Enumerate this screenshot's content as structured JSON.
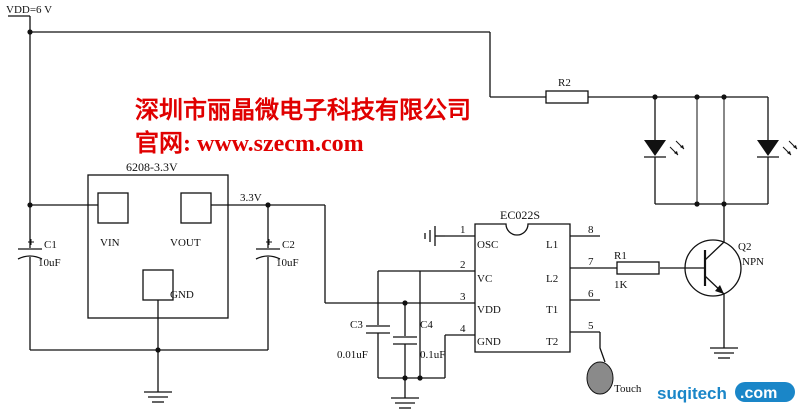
{
  "labels": {
    "vdd": "VDD=6 V",
    "regulator": "6208-3.3V",
    "reg_vin": "VIN",
    "reg_vout": "VOUT",
    "reg_gnd": "GND",
    "v33": "3.3V",
    "c1": "C1",
    "c1_val": "10uF",
    "c2": "C2",
    "c2_val": "10uF",
    "c3": "C3",
    "c3_val": "0.01uF",
    "c4": "C4",
    "c4_val": "0.1uF",
    "ic": "EC022S",
    "pin1": "1",
    "pin2": "2",
    "pin3": "3",
    "pin4": "4",
    "pin5": "5",
    "pin6": "6",
    "pin7": "7",
    "pin8": "8",
    "osc": "OSC",
    "vc": "VC",
    "vddpin": "VDD",
    "gnd": "GND",
    "l1": "L1",
    "l2": "L2",
    "t1": "T1",
    "t2": "T2",
    "r1": "R1",
    "r1_val": "1K",
    "r2": "R2",
    "q2": "Q2",
    "npn": "NPN",
    "touch": "Touch"
  },
  "overlay": {
    "line1": "深圳市丽晶微电子科技有限公司",
    "line2": "官网:  www.szecm.com"
  },
  "watermark": {
    "part1": "suqitech",
    "part2": ".com"
  },
  "colors": {
    "overlay_text": "#e00000",
    "watermark_blue": "#1a86c8",
    "watermark_badge": "#1a86c8"
  }
}
